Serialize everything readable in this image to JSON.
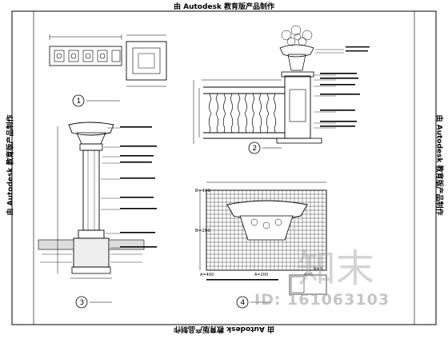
{
  "banners": {
    "top": "由 Autodesk 教育版产品制作",
    "bottom": "由 Autodesk 教育版产品制作",
    "left": "由 Autodesk 教育版产品制作",
    "right": "由 Autodesk 教育版产品制作"
  },
  "watermark": {
    "logo_text": "知末",
    "id_text": "ID: 161063103"
  },
  "callouts": [
    "1",
    "2",
    "3",
    "4"
  ],
  "grid_detail": {
    "label_b400": "B=400",
    "label_b200": "B=200",
    "label_a400": "A=400",
    "label_a200": "A=200",
    "label_a0": "A=0",
    "label_b0": "B=0"
  }
}
